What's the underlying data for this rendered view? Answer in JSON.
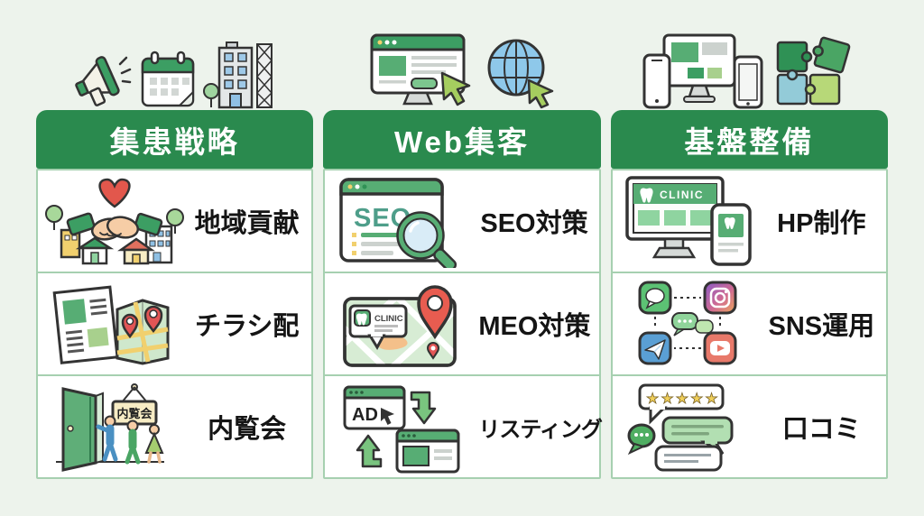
{
  "colors": {
    "background": "#edf3ec",
    "header_green": "#2a8a4e",
    "card_border": "#a6d0b0",
    "header_text": "#ffffff",
    "label_text": "#151515",
    "icon_green": "#57ad74",
    "accent_red": "#e25555",
    "accent_blue": "#8ec8ea",
    "cursor_lime": "#a5cd5f"
  },
  "columns": [
    {
      "header": "集患戦略",
      "top_icons": [
        "megaphone-icon",
        "calendar-icon",
        "building-crane-icon"
      ],
      "items": [
        {
          "label": "地域貢献",
          "icon": "community-handshake-icon"
        },
        {
          "label": "チラシ配",
          "icon": "flyer-map-icon"
        },
        {
          "label": "内覧会",
          "icon": "open-house-icon"
        }
      ]
    },
    {
      "header": "Web集客",
      "top_icons": [
        "browser-cursor-icon",
        "globe-cursor-icon"
      ],
      "items": [
        {
          "label": "SEO対策",
          "icon": "seo-magnifier-icon"
        },
        {
          "label": "MEO対策",
          "icon": "map-pin-clinic-icon"
        },
        {
          "label": "リスティング",
          "icon": "listing-ad-icon"
        }
      ]
    },
    {
      "header": "基盤整備",
      "top_icons": [
        "responsive-devices-icon",
        "puzzle-pieces-icon"
      ],
      "items": [
        {
          "label": "HP制作",
          "icon": "clinic-website-devices-icon"
        },
        {
          "label": "SNS運用",
          "icon": "sns-apps-icon"
        },
        {
          "label": "口コミ",
          "icon": "review-bubbles-icon"
        }
      ]
    }
  ],
  "icon_labels": {
    "seo": "SEO",
    "clinic": "CLINIC",
    "clinic_phone": "CLINIC",
    "ad": "AD",
    "open_house_sign": "内覧会",
    "stars": "★★★★★"
  }
}
